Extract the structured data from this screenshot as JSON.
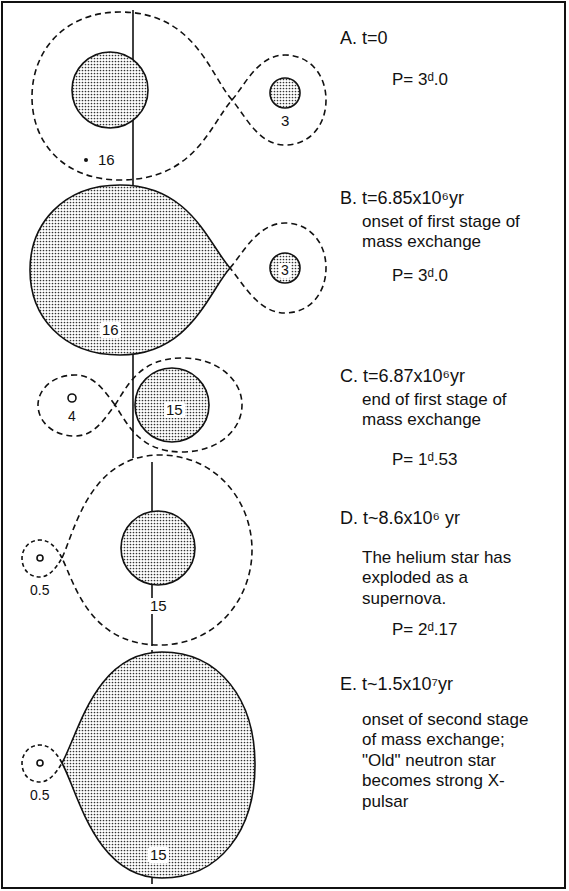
{
  "diagram": {
    "labels": [
      "A. t=0",
      "P= 3ᵈ.0",
      "16",
      "3",
      "B. t=6.85x10⁶yr",
      "onset of first stage of mass exchange",
      "P= 3ᵈ.0",
      "16",
      "3",
      "C. t=6.87x10⁶yr",
      "end of first stage of mass exchange",
      "P= 1ᵈ.53",
      "4",
      "15",
      "D. t~8.6x10⁶ yr",
      "The helium star has exploded as a supernova.",
      "P= 2ᵈ.17",
      "0.5",
      "15",
      "E. t~1.5x10⁷yr",
      "onset of second stage of mass exchange; \"Old\" neutron star becomes strong X-pulsar",
      "0.5",
      "15"
    ]
  }
}
